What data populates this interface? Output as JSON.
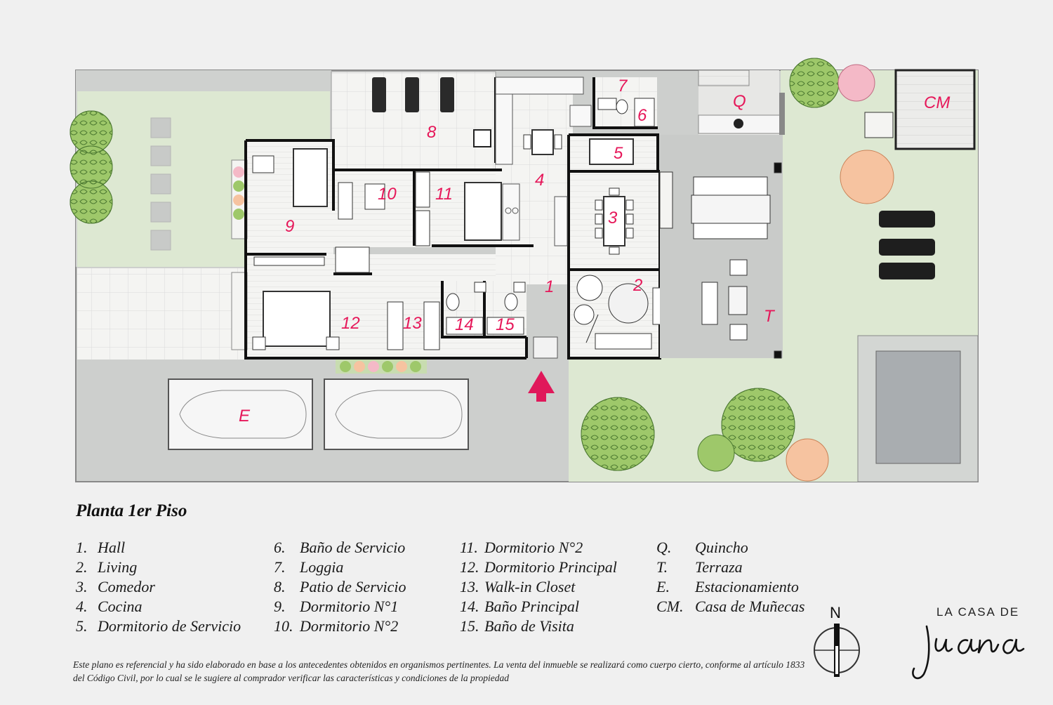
{
  "room_markers": {
    "r1": "1",
    "r2": "2",
    "r3": "3",
    "r4": "4",
    "r5": "5",
    "r6": "6",
    "r7": "7",
    "r8": "8",
    "r9": "9",
    "r10": "10",
    "r11": "11",
    "r12": "12",
    "r13": "13",
    "r14": "14",
    "r15": "15",
    "q": "Q",
    "t": "T",
    "e": "E",
    "cm": "CM"
  },
  "legend": {
    "title": "Planta 1er Piso",
    "columns": [
      [
        {
          "num": "1.",
          "label": "Hall"
        },
        {
          "num": "2.",
          "label": "Living"
        },
        {
          "num": "3.",
          "label": "Comedor"
        },
        {
          "num": "4.",
          "label": "Cocina"
        },
        {
          "num": "5.",
          "label": "Dormitorio de Servicio"
        }
      ],
      [
        {
          "num": "6.",
          "label": "Baño de Servicio"
        },
        {
          "num": "7.",
          "label": "Loggia"
        },
        {
          "num": "8.",
          "label": "Patio de Servicio"
        },
        {
          "num": "9.",
          "label": "Dormitorio N°1"
        },
        {
          "num": "10.",
          "label": "Dormitorio N°2"
        }
      ],
      [
        {
          "num": "11.",
          "label": "Dormitorio N°2"
        },
        {
          "num": "12.",
          "label": "Dormitorio Principal"
        },
        {
          "num": "13.",
          "label": "Walk-in Closet"
        },
        {
          "num": "14.",
          "label": "Baño Principal"
        },
        {
          "num": "15.",
          "label": "Baño de Visita"
        }
      ],
      [
        {
          "num": "Q.",
          "label": "Quincho"
        },
        {
          "num": "T.",
          "label": "Terraza"
        },
        {
          "num": "E.",
          "label": "Estacionamiento"
        },
        {
          "num": "CM.",
          "label": "Casa de Muñecas"
        }
      ]
    ]
  },
  "disclaimer": "Este plano es referencial y ha sido elaborado en base a los antecedentes obtenidos en organismos pertinentes.  La venta del inmueble se realizará como cuerpo cierto, conforme al artículo 1833 del Código Civil, por lo cual se le sugiere al comprador verificar las características y condiciones de la propiedad",
  "compass_label": "N",
  "brand": {
    "top": "LA CASA DE",
    "name": "Juana"
  },
  "colors": {
    "room_label": "#e6185a",
    "wall": "#111111",
    "lawn": "#dde8d2",
    "paving": "#cdcfcd",
    "floor": "#f4f4f2",
    "pool": "#a9adb0",
    "entry_arrow": "#e0185a"
  }
}
